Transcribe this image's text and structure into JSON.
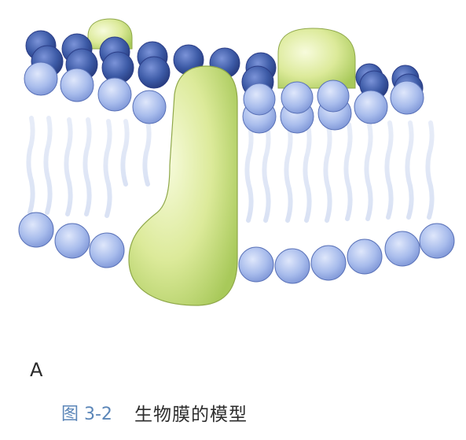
{
  "panel": {
    "label": "A"
  },
  "caption": {
    "figure_number": "图 3-2",
    "title": "生物膜的模型"
  },
  "colors": {
    "head_front": "#a8bcec",
    "head_back": "#3c5aa6",
    "head_outline": "#2c3e88",
    "tail": "#c9d7f0",
    "protein_light": "#eef5c4",
    "protein_dark": "#a8c95a",
    "caption_blue": "#5b86b8"
  }
}
